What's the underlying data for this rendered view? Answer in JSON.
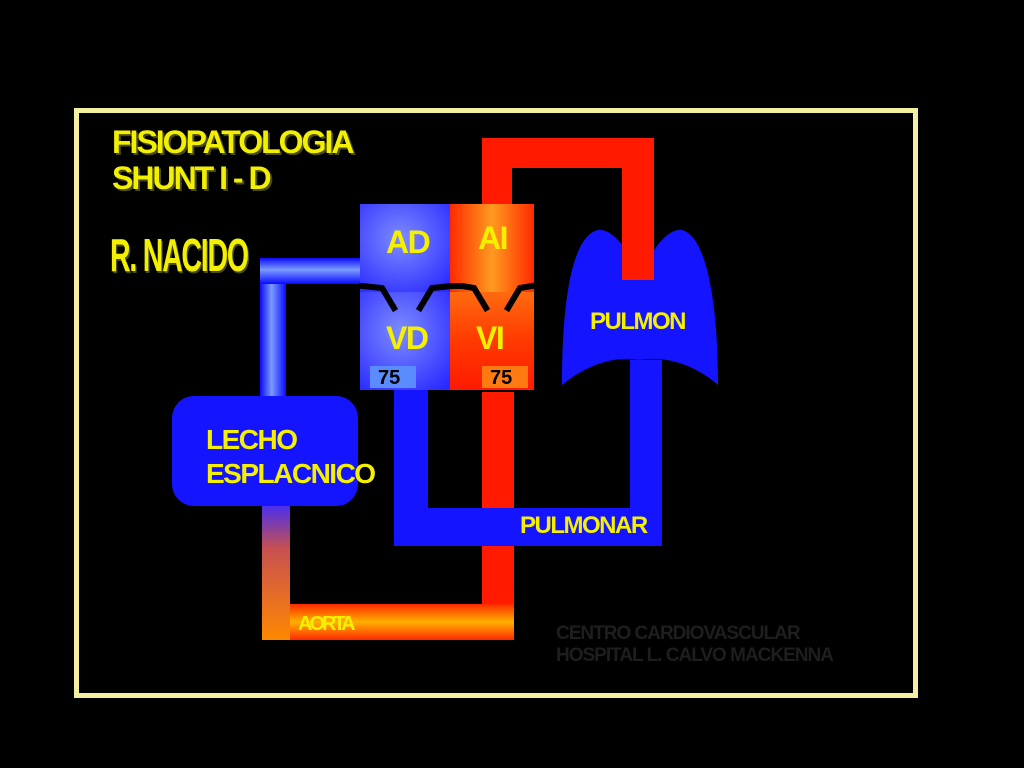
{
  "title": {
    "line1": "FISIOPATOLOGIA",
    "line2": "SHUNT  I - D"
  },
  "subtitle": "R. NACIDO",
  "chambers": {
    "right_atrium": "AD",
    "left_atrium": "AI",
    "right_ventricle": "VD",
    "left_ventricle": "VI"
  },
  "saturations": {
    "right": "75",
    "left": "75"
  },
  "organs": {
    "lungs": "PULMON",
    "splanchnic_line1": "LECHO",
    "splanchnic_line2": "ESPLACNICO"
  },
  "vessels": {
    "pulmonary": "PULMONAR",
    "aorta": "AORTA"
  },
  "credits": {
    "line1": "CENTRO  CARDIOVASCULAR",
    "line2": "HOSPITAL  L. CALVO  MACKENNA"
  },
  "colors": {
    "frame": "#f5f0a0",
    "title": "#f2f000",
    "venous_blue": "#1414ff",
    "arterial_red": "#ff1a00"
  }
}
